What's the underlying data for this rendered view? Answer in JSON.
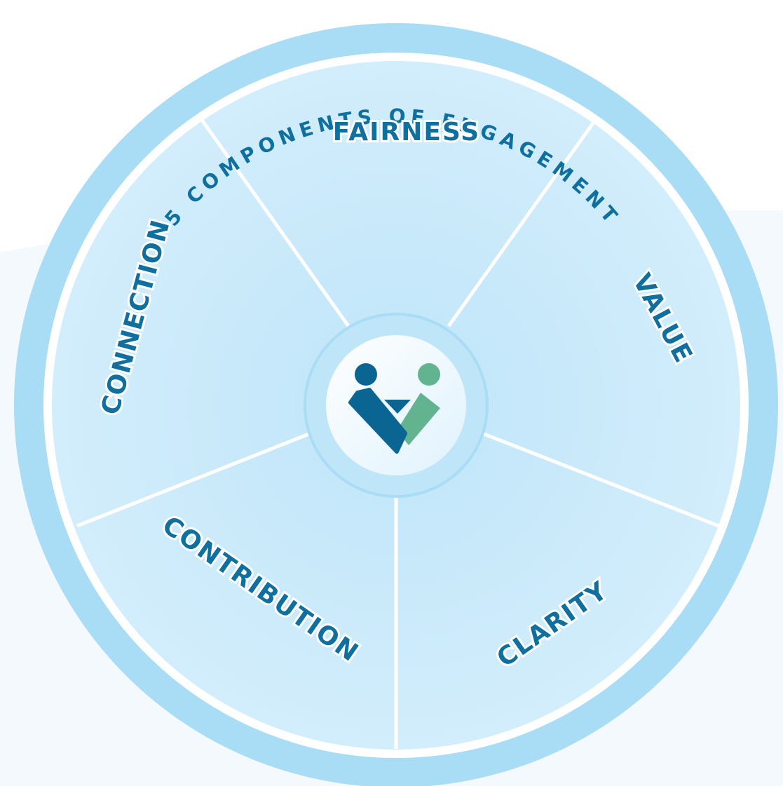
{
  "ring_title": "5 COMPONENTS OF ENGAGEMENT",
  "components": [
    {
      "id": "fairness",
      "label": "FAIRNESS"
    },
    {
      "id": "value",
      "label": "VALUE"
    },
    {
      "id": "clarity",
      "label": "CLARITY"
    },
    {
      "id": "contribution",
      "label": "CONTRIBUTION"
    },
    {
      "id": "connection",
      "label": "CONNECTION"
    }
  ],
  "center_logo": {
    "icon": "two-people-checkmark-icon"
  },
  "colors": {
    "ring": "#a9dcf5",
    "segment_fill": "#cdebfb",
    "divider": "#ffffff",
    "text": "#0f6f9f",
    "logo_blue": "#0a6592",
    "logo_green": "#62b38f"
  }
}
